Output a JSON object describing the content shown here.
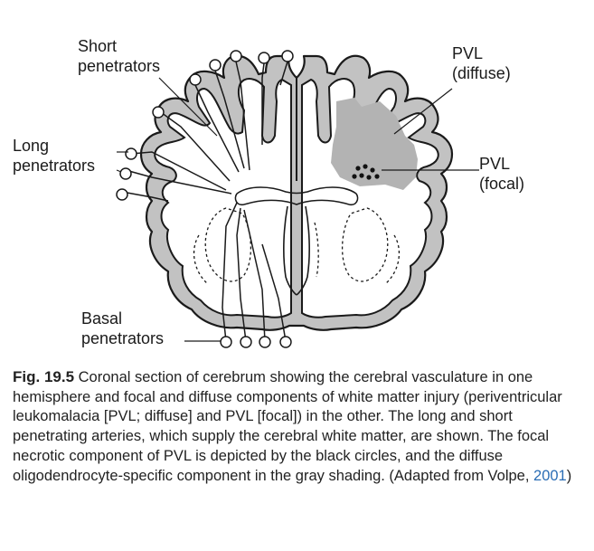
{
  "labels": {
    "short": [
      "Short",
      "penetrators"
    ],
    "long": [
      "Long",
      "penetrators"
    ],
    "basal": [
      "Basal",
      "penetrators"
    ],
    "pvl_diffuse": [
      "PVL",
      "(diffuse)"
    ],
    "pvl_focal": [
      "PVL",
      "(focal)"
    ]
  },
  "caption": {
    "figure_label": "Fig. 19.5",
    "text_before_cite": "Coronal section of cerebrum showing the cerebral vasculature in one hemisphere and focal and diffuse components of white matter injury (periventricular leukomalacia [PVL; diffuse] and PVL [focal]) in the other. The long and short penetrating arteries, which supply the cerebral white matter, are shown. The focal necrotic component of PVL is depicted by the black circles, and the diffuse oligodendrocyte-specific component in the gray shading. (Adapted from Volpe,",
    "citation_year": "2001",
    "text_after_cite": ")"
  },
  "colors": {
    "cortex_fill": "#c2c2c2",
    "pvl_diffuse_fill": "#b3b3b3",
    "outline": "#1a1a1a",
    "citation": "#2a6db5"
  }
}
